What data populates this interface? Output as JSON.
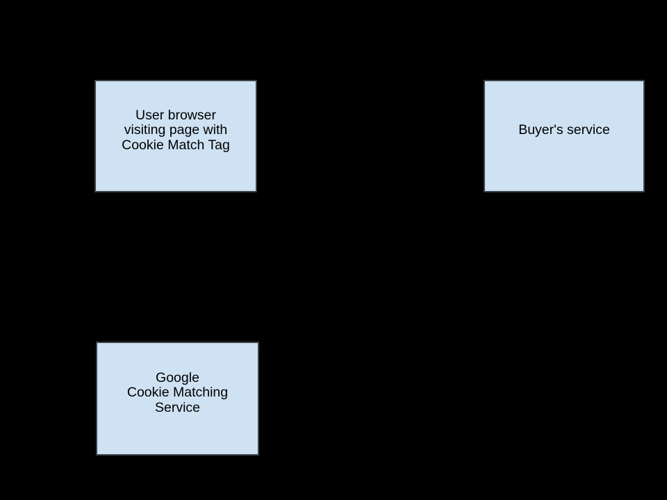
{
  "canvas": {
    "background": "#000000"
  },
  "style": {
    "box_fill": "#cfe2f3",
    "box_border": "#3e444a",
    "text_color": "#000000"
  },
  "nodes": {
    "user_browser": {
      "label": "User browser\nvisiting page with\nCookie Match Tag"
    },
    "buyers_service": {
      "label": "Buyer's service"
    },
    "google_cookie_matching_service": {
      "label": "Google\nCookie Matching\nService"
    }
  }
}
